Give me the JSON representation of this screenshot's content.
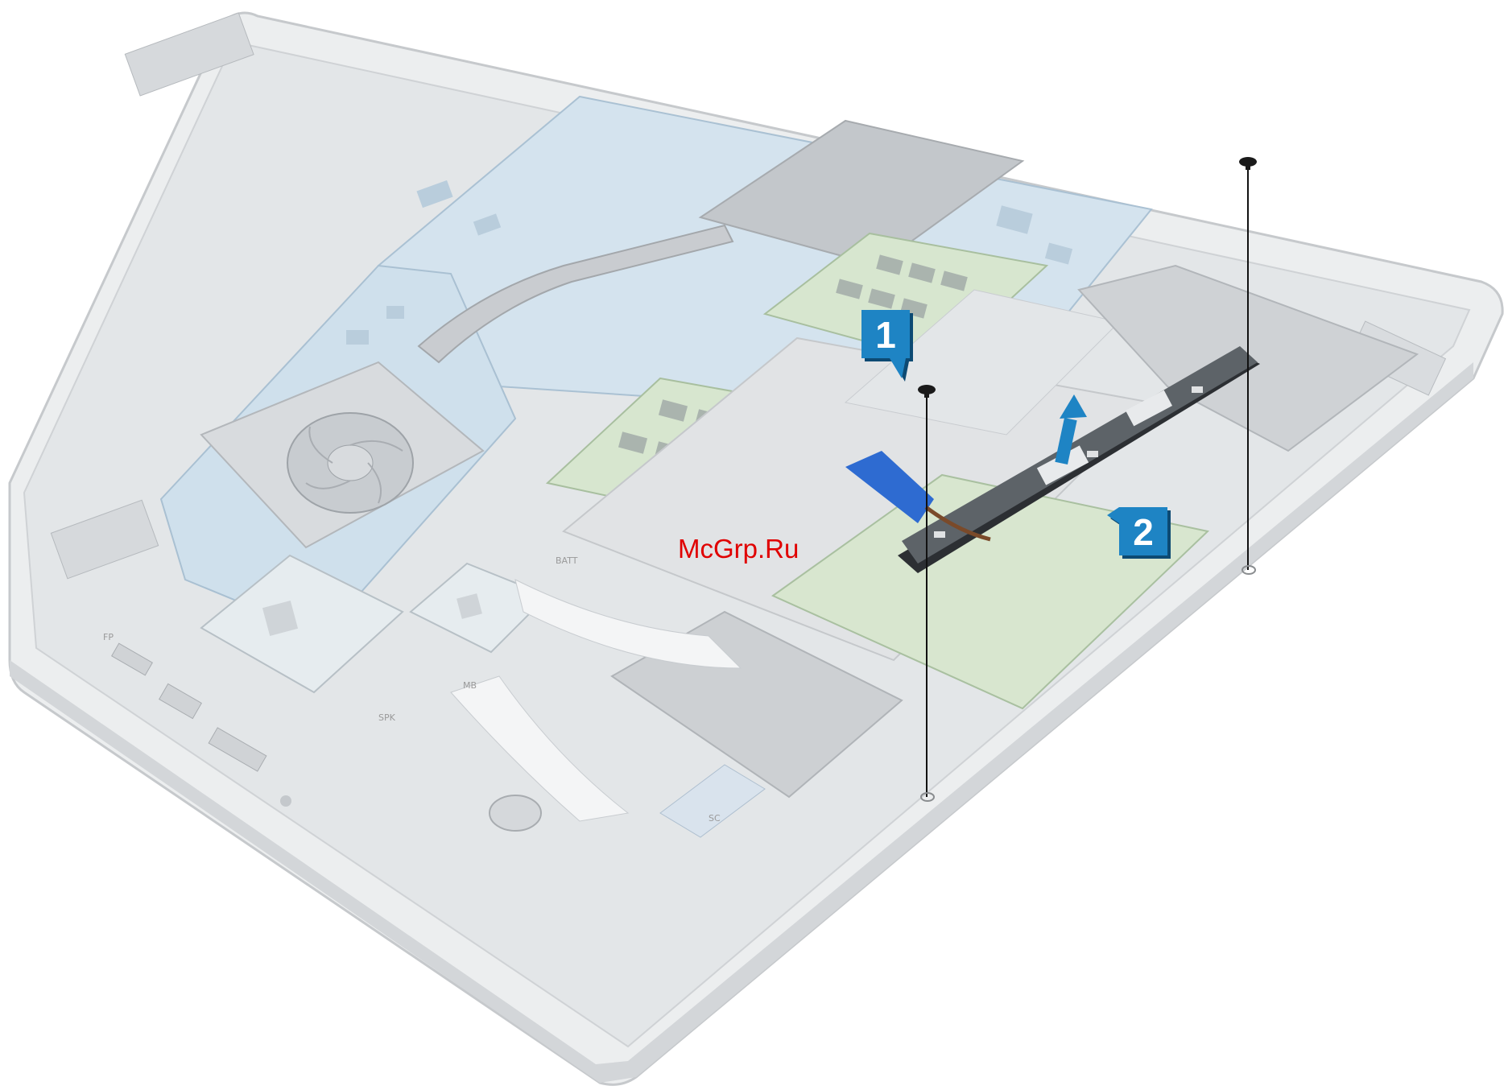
{
  "illustration": {
    "subject": "laptop base assembly with touchpad button bracket removal",
    "watermark": "McGrp.Ru",
    "steps": [
      {
        "number": "1"
      },
      {
        "number": "2"
      }
    ],
    "board_labels": {
      "fp": "FP",
      "spk": "SPK",
      "batt": "BATT",
      "sc": "SC",
      "mb": "MB"
    },
    "colors": {
      "callout_blue": "#1e84c4",
      "callout_shadow": "#0d4a73",
      "chassis_gray": "#e6e8ea",
      "board_green": "#d6e6cf",
      "board_blue": "#cfe0ee",
      "dark_part": "#bfc3c6",
      "bracket_dark": "#2c2f33",
      "watermark_red": "#e00000"
    }
  }
}
